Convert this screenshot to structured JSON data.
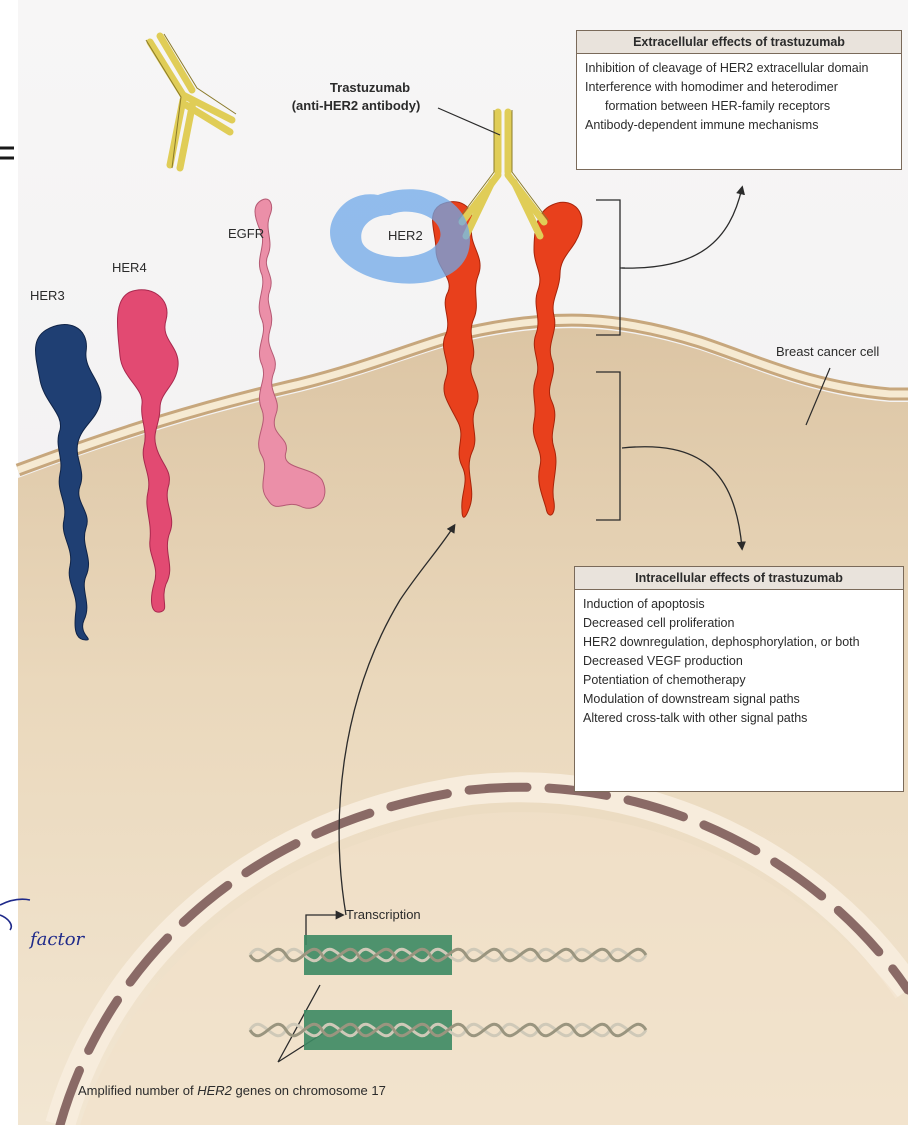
{
  "labels": {
    "antibody_line1": "Trastuzumab",
    "antibody_line2": "(anti-HER2 antibody)",
    "her2": "HER2",
    "egfr": "EGFR",
    "her4": "HER4",
    "her3": "HER3",
    "breast_cancer_cell": "Breast cancer cell",
    "transcription": "Transcription",
    "amplified_prefix": "Amplified number of ",
    "amplified_gene": "HER2",
    "amplified_suffix": " genes on chromosome 17"
  },
  "extracellular_box": {
    "title": "Extracellular effects of trastuzumab",
    "items": [
      "Inhibition of cleavage of HER2 extracellular domain",
      "Interference with homodimer and heterodimer",
      "formation between HER-family receptors",
      "Antibody-dependent immune mechanisms"
    ]
  },
  "intracellular_box": {
    "title": "Intracellular effects of trastuzumab",
    "items": [
      "Induction of apoptosis",
      "Decreased cell proliferation",
      "HER2 downregulation, dephosphorylation, or both",
      "Decreased VEGF production",
      "Potentiation of chemotherapy",
      "Modulation of downstream signal paths",
      "Altered cross-talk with other signal paths"
    ]
  },
  "annotations": {
    "handwritten_factor": "factor",
    "circle_highlight_color": "#6fa8e8"
  },
  "colors": {
    "her2": "#e8401c",
    "her3": "#1f3f73",
    "her4": "#e24a72",
    "egfr": "#eb8fa8",
    "antibody": "#e0cd57",
    "cytoplasm": "#e8d6b8",
    "membrane": "#f3e4c6",
    "dna_highlight": "#3c8a63"
  }
}
